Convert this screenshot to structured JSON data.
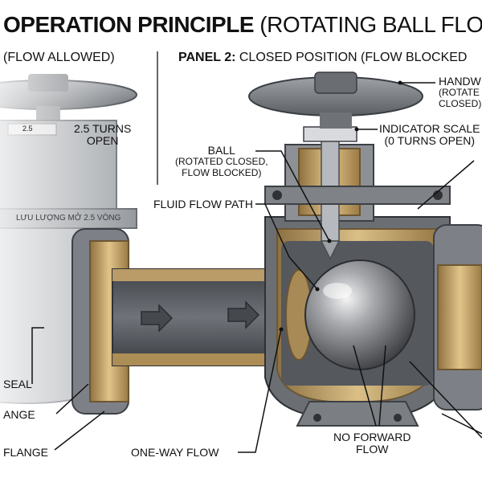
{
  "title": {
    "bold": "OPERATION PRINCIPLE",
    "rest": "(ROTATING BALL FLOW"
  },
  "panel1": {
    "text": "(FLOW ALLOWED)"
  },
  "panel2": {
    "prefix": "PANEL 2:",
    "text": "CLOSED POSITION (FLOW BLOCKED"
  },
  "labels": {
    "turns": [
      "2.5 TURNS",
      "OPEN"
    ],
    "handwheel": [
      "HANDW",
      "(ROTATE",
      "CLOSED)"
    ],
    "indicator": [
      "INDICATOR SCALE",
      "(0 TURNS OPEN)"
    ],
    "ball": [
      "BALL",
      "(ROTATED CLOSED,",
      "FLOW BLOCKED)"
    ],
    "fluid_path": "FLUID FLOW PATH",
    "seal": "SEAL",
    "flange1": "ANGE",
    "flange2": "FLANGE",
    "one_way": "ONE-WAY FLOW",
    "no_forward": [
      "NO FORWARD",
      "FLOW"
    ],
    "body_engraving": "LƯU LƯỢNG MỞ 2.5 VÒNG",
    "scale_mark": "2.5"
  },
  "colors": {
    "steel_dark": "#4f5358",
    "steel": "#7d8187",
    "steel_light": "#b9bcc0",
    "brass": "#c7a56a",
    "brass_dark": "#8f7140",
    "cast_iron": "#5e6166",
    "accent_green": "#2f9e44"
  }
}
